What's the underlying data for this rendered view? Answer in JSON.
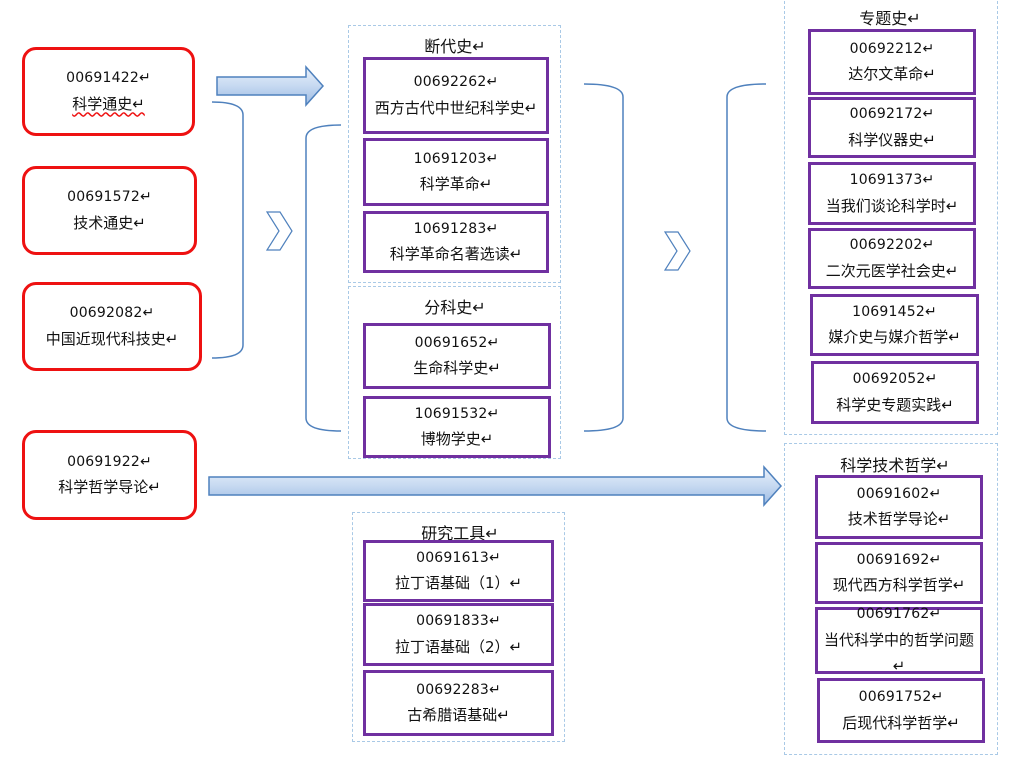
{
  "intro": [
    {
      "code": "00691422↵",
      "name": "科学通史↵"
    },
    {
      "code": "00691572↵",
      "name": "技术通史↵"
    },
    {
      "code": "00692082↵",
      "name": "中国近现代科技史↵"
    },
    {
      "code": "00691922↵",
      "name": "科学哲学导论↵"
    }
  ],
  "duandai": {
    "title": "断代史↵",
    "courses": [
      {
        "code": "00692262↵",
        "name": "西方古代中世纪科学史↵"
      },
      {
        "code": "10691203↵",
        "name": "科学革命↵"
      },
      {
        "code": "10691283↵",
        "name": "科学革命名著选读↵"
      }
    ]
  },
  "fenke": {
    "title": "分科史↵",
    "courses": [
      {
        "code": "00691652↵",
        "name": "生命科学史↵"
      },
      {
        "code": "10691532↵",
        "name": "博物学史↵"
      }
    ]
  },
  "tools": {
    "title": "研究工具↵",
    "courses": [
      {
        "code": "00691613↵",
        "name": "拉丁语基础（1）↵"
      },
      {
        "code": "00691833↵",
        "name": "拉丁语基础（2）↵"
      },
      {
        "code": "00692283↵",
        "name": "古希腊语基础↵"
      }
    ]
  },
  "zhuanti": {
    "title": "专题史↵",
    "courses": [
      {
        "code": "00692212↵",
        "name": "达尔文革命↵"
      },
      {
        "code": "00692172↵",
        "name": "科学仪器史↵"
      },
      {
        "code": "10691373↵",
        "name": "当我们谈论科学时↵"
      },
      {
        "code": "00692202↵",
        "name": "二次元医学社会史↵"
      },
      {
        "code": "10691452↵",
        "name": "媒介史与媒介哲学↵"
      },
      {
        "code": "00692052↵",
        "name": "科学史专题实践↵"
      }
    ]
  },
  "philosophy": {
    "title": "科学技术哲学↵",
    "courses": [
      {
        "code": "00691602↵",
        "name": "技术哲学导论↵"
      },
      {
        "code": "00691692↵",
        "name": "现代西方科学哲学↵"
      },
      {
        "code": "00691762↵",
        "name": "当代科学中的哲学问题↵"
      },
      {
        "code": "00691752↵",
        "name": "后现代科学哲学↵"
      }
    ]
  },
  "colors": {
    "intro_border": "#ee1111",
    "course_border": "#7030a0",
    "group_border": "#a9c9e6",
    "bracket": "#4f81bd",
    "arrow_fill": "#c6d9f1"
  }
}
